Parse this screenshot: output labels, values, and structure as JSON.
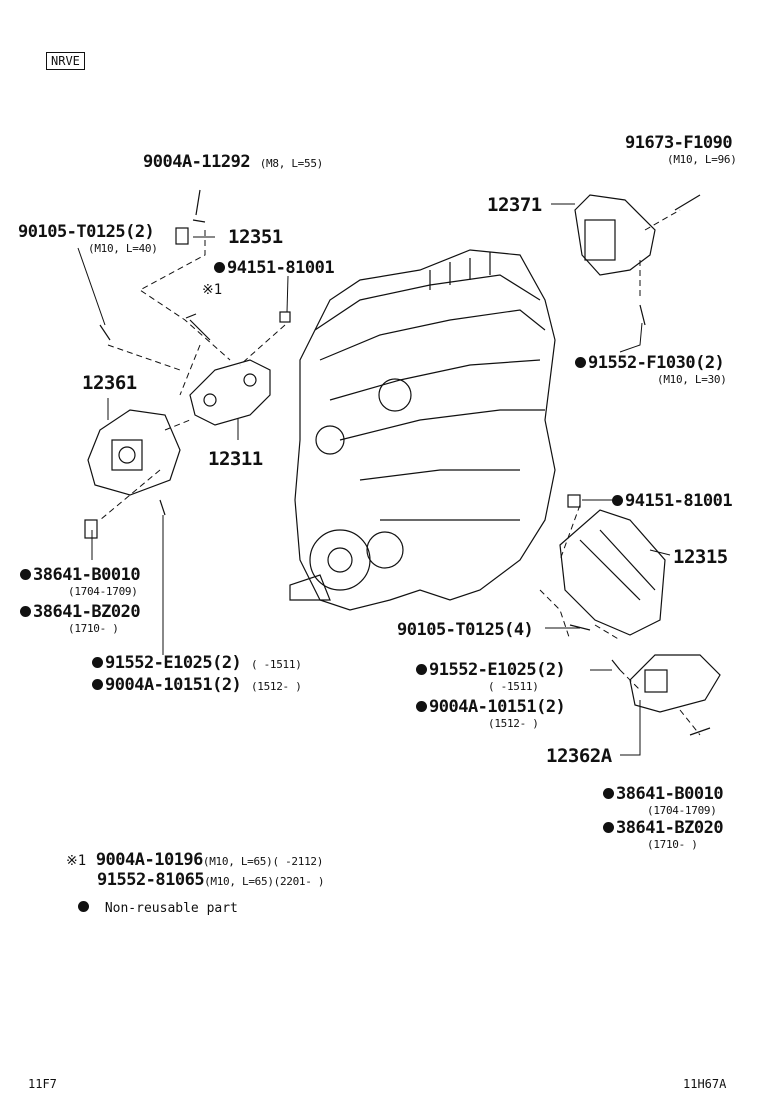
{
  "header": {
    "model_code": "NRVE"
  },
  "labels": {
    "p1": {
      "num": "9004A-11292",
      "spec": "(M8, L=55)"
    },
    "p2": {
      "num": "90105-T0125(2)",
      "spec": "(M10, L=40)"
    },
    "p3": {
      "num": "12351"
    },
    "p4": {
      "num": "94151-81001",
      "nonreusable": true
    },
    "p5": {
      "num": "※1"
    },
    "p6": {
      "num": "12361"
    },
    "p7": {
      "num": "12311"
    },
    "p8": {
      "num": "38641-B0010",
      "spec": "(1704-1709)",
      "nonreusable": true
    },
    "p9": {
      "num": "38641-BZ020",
      "spec": "(1710-     )",
      "nonreusable": true
    },
    "p10": {
      "num": "91552-E1025(2)",
      "spec": "(     -1511)",
      "nonreusable": true
    },
    "p11": {
      "num": "9004A-10151(2)",
      "spec": "(1512-     )",
      "nonreusable": true
    },
    "p12": {
      "num": "91673-F1090",
      "spec": "(M10, L=96)"
    },
    "p13": {
      "num": "12371"
    },
    "p14": {
      "num": "91552-F1030(2)",
      "spec": "(M10, L=30)",
      "nonreusable": true
    },
    "p15": {
      "num": "94151-81001",
      "nonreusable": true
    },
    "p16": {
      "num": "12315"
    },
    "p17": {
      "num": "90105-T0125(4)"
    },
    "p18": {
      "num": "91552-E1025(2)",
      "spec": "(     -1511)",
      "nonreusable": true
    },
    "p19": {
      "num": "9004A-10151(2)",
      "spec": "(1512-     )",
      "nonreusable": true
    },
    "p20": {
      "num": "12362A"
    },
    "p21": {
      "num": "38641-B0010",
      "spec": "(1704-1709)",
      "nonreusable": true
    },
    "p22": {
      "num": "38641-BZ020",
      "spec": "(1710-     )",
      "nonreusable": true
    }
  },
  "footnote": {
    "mark": "※1",
    "line1_num": "9004A-10196",
    "line1_spec": "(M10, L=65)(     -2112)",
    "line2_num": "91552-81065",
    "line2_spec": "(M10, L=65)(2201-     )"
  },
  "legend": {
    "text": "Non-reusable part"
  },
  "footer": {
    "left": "11F7",
    "right": "11H67A"
  }
}
